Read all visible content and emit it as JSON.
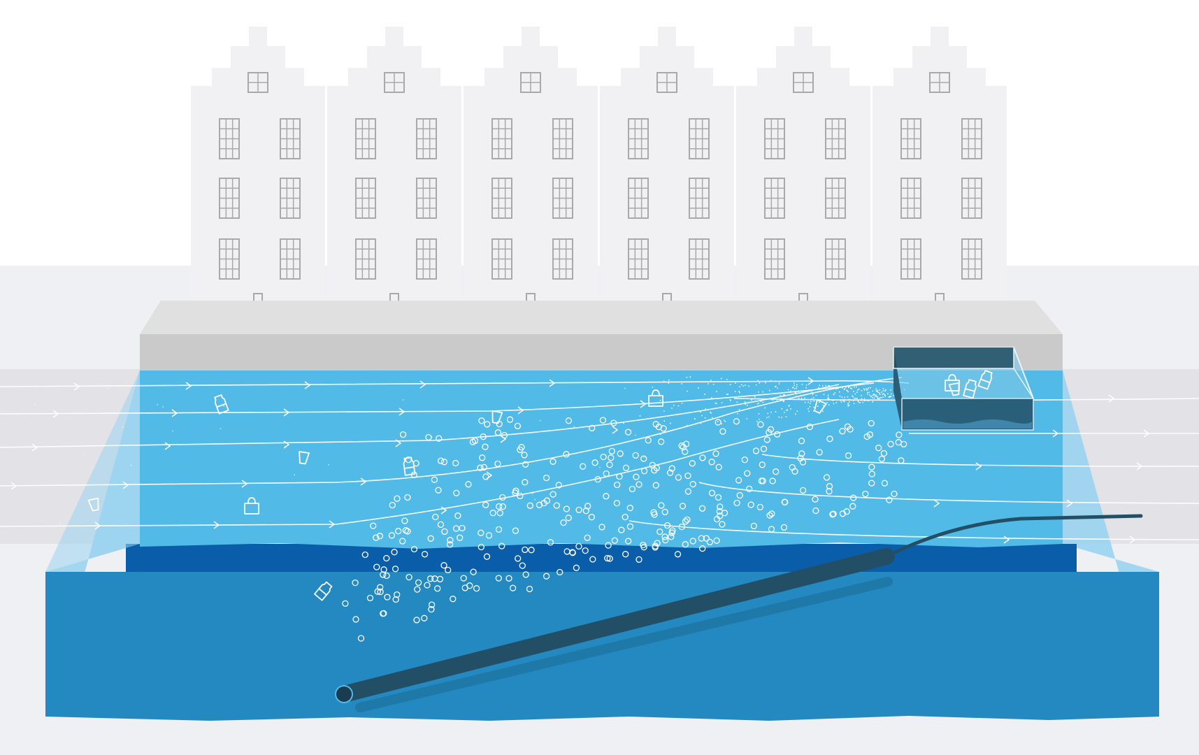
{
  "illustration": {
    "subject": "bubble-barrier",
    "houses": 6,
    "house_windows": {
      "columns": 2,
      "rows": 3
    },
    "trash_items": [
      {
        "kind": "bottle"
      },
      {
        "kind": "cup"
      },
      {
        "kind": "bag"
      },
      {
        "kind": "bottle"
      },
      {
        "kind": "cup"
      },
      {
        "kind": "bag"
      },
      {
        "kind": "cup"
      },
      {
        "kind": "bottle"
      },
      {
        "kind": "cup"
      },
      {
        "kind": "bag"
      },
      {
        "kind": "bottle"
      },
      {
        "kind": "cup"
      },
      {
        "kind": "bottle"
      }
    ],
    "colors": {
      "background": "#ffffff",
      "street": "#eff0f4",
      "houses": "#f1f1f3",
      "window_frame": "#a9a9ab",
      "quay_top": "#e0e0e0",
      "quay_wall": "#cacaca",
      "water_surface": "#51bae6",
      "water_side": "#9ad3f0",
      "water_deep": "#0a5ea9",
      "water_bottom": "#2389c0",
      "pipe": "#234f66",
      "catchment": "#1e4d63",
      "flow_line": "#ffffff",
      "bubble": "#ffffff"
    }
  }
}
